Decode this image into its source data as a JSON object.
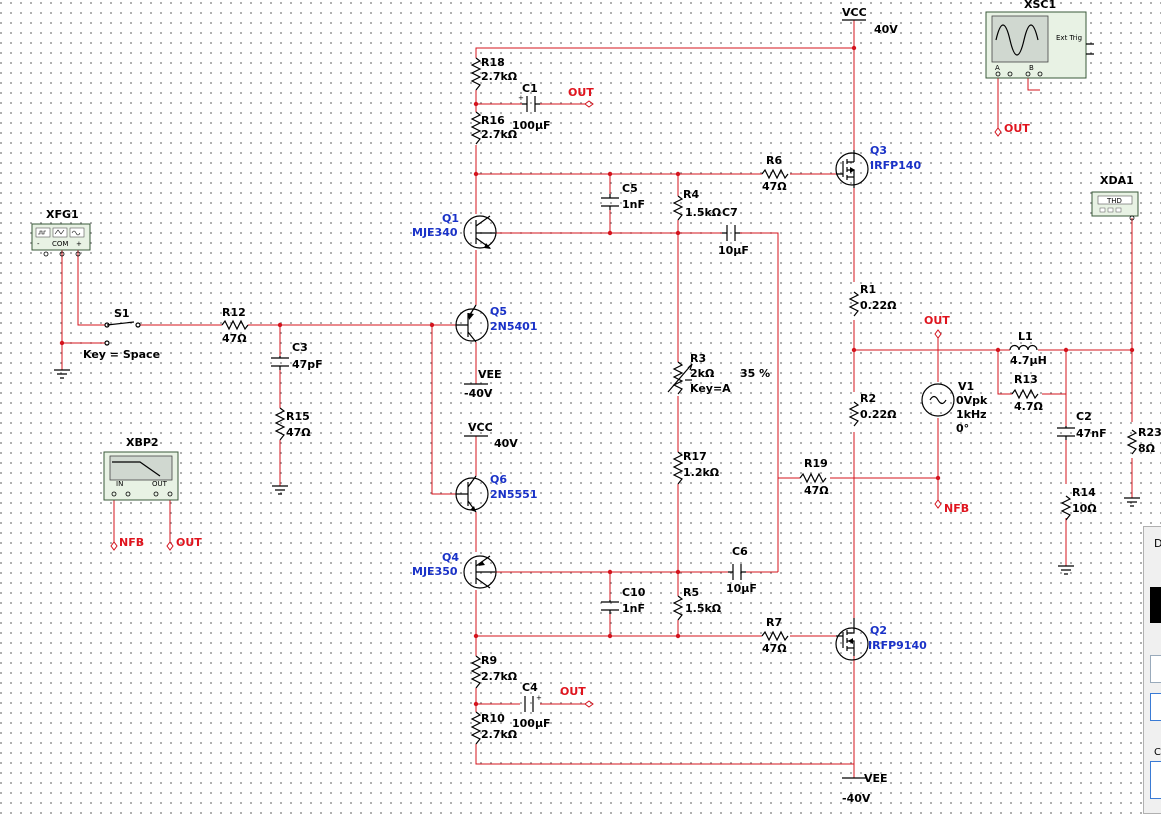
{
  "supply": {
    "vcc_top": "VCC",
    "vcc_top_value": "40V",
    "vcc_mid": "VCC",
    "vcc_mid_value": "40V",
    "vee_mid": "VEE",
    "vee_mid_value": "-40V",
    "vee_bottom": "VEE",
    "vee_bottom_value": "-40V"
  },
  "components": {
    "R18": {
      "ref": "R18",
      "value": "2.7kΩ"
    },
    "C1": {
      "ref": "C1",
      "value": "100µF"
    },
    "R16": {
      "ref": "R16",
      "value": "2.7kΩ"
    },
    "Q3": {
      "ref": "Q3",
      "part": "IRFP140"
    },
    "R6": {
      "ref": "R6",
      "value": "47Ω"
    },
    "C5": {
      "ref": "C5",
      "value": "1nF"
    },
    "R4": {
      "ref": "R4",
      "value": "1.5kΩ"
    },
    "C7": {
      "ref": "C7",
      "value": "10µF"
    },
    "Q1": {
      "ref": "Q1",
      "part": "MJE340"
    },
    "Q5": {
      "ref": "Q5",
      "part": "2N5401"
    },
    "R12": {
      "ref": "R12",
      "value": "47Ω"
    },
    "S1": {
      "ref": "S1",
      "key": "Key = Space"
    },
    "C3": {
      "ref": "C3",
      "value": "47pF"
    },
    "R15": {
      "ref": "R15",
      "value": "47Ω"
    },
    "R3": {
      "ref": "R3",
      "value": "2kΩ",
      "key": "Key=A",
      "percent": "35 %"
    },
    "R17": {
      "ref": "R17",
      "value": "1.2kΩ"
    },
    "R19": {
      "ref": "R19",
      "value": "47Ω"
    },
    "Q6": {
      "ref": "Q6",
      "part": "2N5551"
    },
    "Q4": {
      "ref": "Q4",
      "part": "MJE350"
    },
    "C6": {
      "ref": "C6",
      "value": "10µF"
    },
    "C10": {
      "ref": "C10",
      "value": "1nF"
    },
    "R5": {
      "ref": "R5",
      "value": "1.5kΩ"
    },
    "R7": {
      "ref": "R7",
      "value": "47Ω"
    },
    "Q2": {
      "ref": "Q2",
      "part": "IRFP9140"
    },
    "R9": {
      "ref": "R9",
      "value": "2.7kΩ"
    },
    "C4": {
      "ref": "C4",
      "value": "100µF"
    },
    "R10": {
      "ref": "R10",
      "value": "2.7kΩ"
    },
    "R1": {
      "ref": "R1",
      "value": "0.22Ω"
    },
    "R2": {
      "ref": "R2",
      "value": "0.22Ω"
    },
    "V1": {
      "ref": "V1",
      "amp": "0Vpk",
      "freq": "1kHz",
      "phase": "0°"
    },
    "L1": {
      "ref": "L1",
      "value": "4.7µH"
    },
    "R13": {
      "ref": "R13",
      "value": "4.7Ω"
    },
    "C2": {
      "ref": "C2",
      "value": "47nF"
    },
    "R14": {
      "ref": "R14",
      "value": "10Ω"
    },
    "R23": {
      "ref": "R23",
      "value": "8Ω"
    }
  },
  "nets": {
    "out": "OUT",
    "nfb": "NFB"
  },
  "instruments": {
    "XFG1": {
      "ref": "XFG1",
      "com": "COM",
      "minus": "-",
      "plus": "+"
    },
    "XSC1": {
      "ref": "XSC1",
      "ext": "Ext Trig",
      "a": "A",
      "b": "B"
    },
    "XDA1": {
      "ref": "XDA1",
      "label": "THD"
    },
    "XBP2": {
      "ref": "XBP2",
      "in": "IN",
      "out": "OUT"
    }
  },
  "side_dialog": {
    "title": "D",
    "lower": "C"
  },
  "colors": {
    "wire": "#d4141e",
    "part_label": "#1a32c8",
    "net_label": "#e0141e",
    "instrument_fill": "#e8f2e4"
  }
}
